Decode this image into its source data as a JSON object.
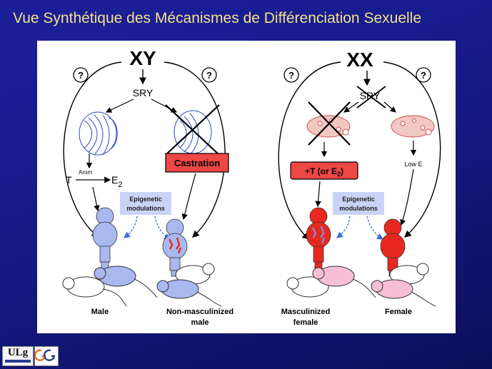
{
  "slide": {
    "title": "Vue Synthétique des Mécanismes de Différenciation Sexuelle"
  },
  "left": {
    "genotype": "XY",
    "question": "?",
    "gene": "SRY",
    "treatment": "Castration",
    "pathway": {
      "t": "T",
      "arom": "Arom",
      "e": "E",
      "sub": "2"
    },
    "epigenetic": [
      "Epigenetic",
      "modulations"
    ],
    "outcomes": [
      [
        "Male"
      ],
      [
        "Non-masculinized",
        "male"
      ]
    ]
  },
  "right": {
    "genotype": "XX",
    "question": "?",
    "gene": "SRY",
    "treatment": {
      "prefix": "+T (or E",
      "sub": "2",
      "suffix": ")"
    },
    "lowe": "Low E",
    "epigenetic": [
      "Epigenetic",
      "modulations"
    ],
    "outcomes": [
      [
        "Masculinized",
        "female"
      ],
      [
        "Female"
      ]
    ]
  },
  "logos": {
    "ulg": "ULg"
  },
  "colors": {
    "background": "#1a1c8e",
    "title": "#f2e08a",
    "treatment_box": "#ef4646",
    "epigenetic_box": "#c9d3f5",
    "brain_blue": "#a9b8ee",
    "brain_red": "#e8281f",
    "rat_pink": "#f6bfd6",
    "ovary": "#f2c9c2"
  }
}
